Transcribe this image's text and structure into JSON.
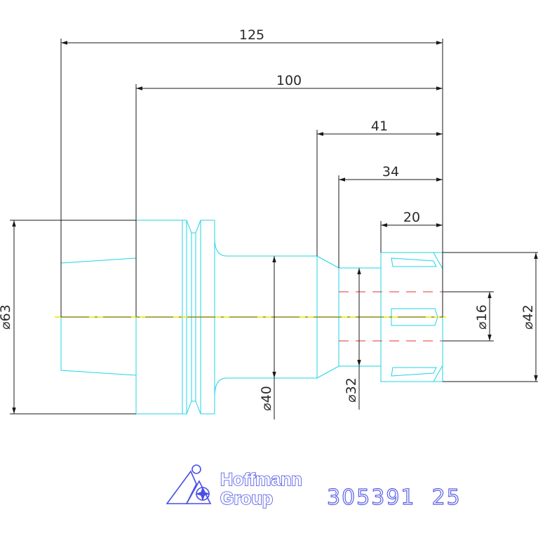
{
  "dimensions": {
    "length_overall": "125",
    "length_100": "100",
    "length_41": "41",
    "length_34": "34",
    "length_20": "20",
    "dia_63": "⌀63",
    "dia_40": "⌀40",
    "dia_32": "⌀32",
    "dia_16": "⌀16",
    "dia_42": "⌀42"
  },
  "logo": {
    "line1": "Hoffmann",
    "line2": "Group"
  },
  "part_number": "305391  25",
  "colors": {
    "part_outline": "#22d3e6",
    "centerline": "#e8e800",
    "hidden_bore": "#e83030",
    "dimension": "#1a1a1a",
    "logo": "#4a4ee6"
  }
}
